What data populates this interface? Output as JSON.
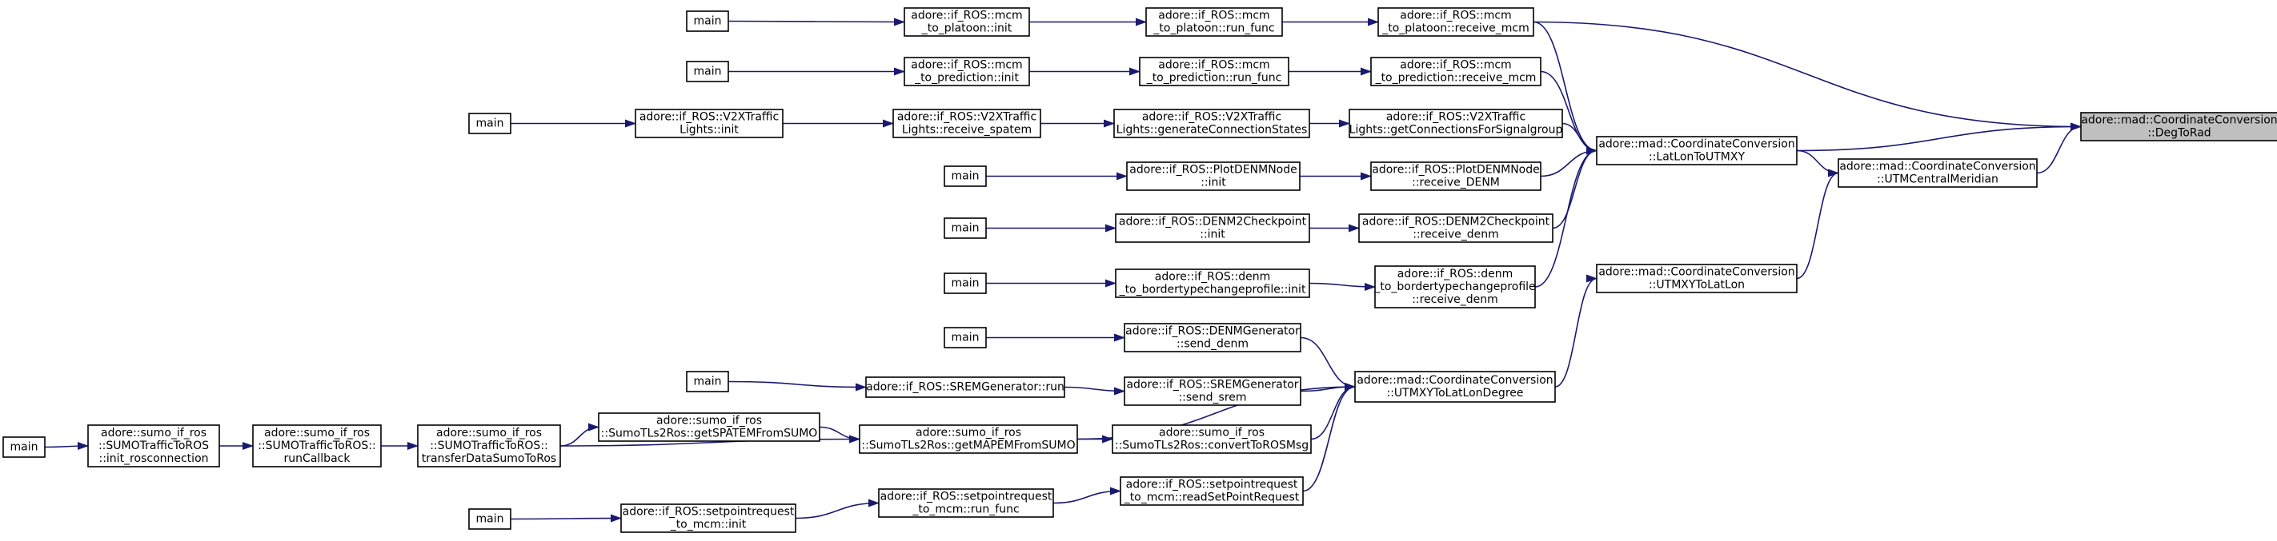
{
  "graph": {
    "root": "n_deg",
    "colors": {
      "edge": "#191970",
      "border": "#000000",
      "root_fill": "#bfbfbf",
      "node_fill": "#ffffff"
    },
    "nodes": [
      {
        "id": "n_deg",
        "lines": [
          "adore::mad::CoordinateConversion",
          "::DegToRad"
        ]
      },
      {
        "id": "n_latlon",
        "lines": [
          "adore::mad::CoordinateConversion",
          "::LatLonToUTMXY"
        ]
      },
      {
        "id": "n_utmcm",
        "lines": [
          "adore::mad::CoordinateConversion",
          "::UTMCentralMeridian"
        ]
      },
      {
        "id": "n_utmxy2ll",
        "lines": [
          "adore::mad::CoordinateConversion",
          "::UTMXYToLatLon"
        ]
      },
      {
        "id": "n_utmxy2lld",
        "lines": [
          "adore::mad::CoordinateConversion",
          "::UTMXYToLatLonDegree"
        ]
      },
      {
        "id": "n_p_recv",
        "lines": [
          "adore::if_ROS::mcm",
          "_to_platoon::receive_mcm"
        ]
      },
      {
        "id": "n_p_run",
        "lines": [
          "adore::if_ROS::mcm",
          "_to_platoon::run_func"
        ]
      },
      {
        "id": "n_p_init",
        "lines": [
          "adore::if_ROS::mcm",
          "_to_platoon::init"
        ]
      },
      {
        "id": "m1",
        "lines": [
          "main"
        ]
      },
      {
        "id": "n_pr_recv",
        "lines": [
          "adore::if_ROS::mcm",
          "_to_prediction::receive_mcm"
        ]
      },
      {
        "id": "n_pr_run",
        "lines": [
          "adore::if_ROS::mcm",
          "_to_prediction::run_func"
        ]
      },
      {
        "id": "n_pr_init",
        "lines": [
          "adore::if_ROS::mcm",
          "_to_prediction::init"
        ]
      },
      {
        "id": "m2",
        "lines": [
          "main"
        ]
      },
      {
        "id": "n_v_getconn",
        "lines": [
          "adore::if_ROS::V2XTraffic",
          "Lights::getConnectionsForSignalgroup"
        ]
      },
      {
        "id": "n_v_gen",
        "lines": [
          "adore::if_ROS::V2XTraffic",
          "Lights::generateConnectionStates"
        ]
      },
      {
        "id": "n_v_recv",
        "lines": [
          "adore::if_ROS::V2XTraffic",
          "Lights::receive_spatem"
        ]
      },
      {
        "id": "n_v_init",
        "lines": [
          "adore::if_ROS::V2XTraffic",
          "Lights::init"
        ]
      },
      {
        "id": "m3",
        "lines": [
          "main"
        ]
      },
      {
        "id": "n_pd_recv",
        "lines": [
          "adore::if_ROS::PlotDENMNode",
          "::receive_DENM"
        ]
      },
      {
        "id": "n_pd_init",
        "lines": [
          "adore::if_ROS::PlotDENMNode",
          "::init"
        ]
      },
      {
        "id": "m4",
        "lines": [
          "main"
        ]
      },
      {
        "id": "n_dc_recv",
        "lines": [
          "adore::if_ROS::DENM2Checkpoint",
          "::receive_denm"
        ]
      },
      {
        "id": "n_dc_init",
        "lines": [
          "adore::if_ROS::DENM2Checkpoint",
          "::init"
        ]
      },
      {
        "id": "m5",
        "lines": [
          "main"
        ]
      },
      {
        "id": "n_db_recv",
        "lines": [
          "adore::if_ROS::denm",
          "_to_bordertypechangeprofile",
          "::receive_denm"
        ]
      },
      {
        "id": "n_db_init",
        "lines": [
          "adore::if_ROS::denm",
          "_to_bordertypechangeprofile::init"
        ]
      },
      {
        "id": "m6",
        "lines": [
          "main"
        ]
      },
      {
        "id": "n_dg_send",
        "lines": [
          "adore::if_ROS::DENMGenerator",
          "::send_denm"
        ]
      },
      {
        "id": "m7",
        "lines": [
          "main"
        ]
      },
      {
        "id": "n_sg_send",
        "lines": [
          "adore::if_ROS::SREMGenerator",
          "::send_srem"
        ]
      },
      {
        "id": "n_sg_run",
        "lines": [
          "adore::if_ROS::SREMGenerator::run"
        ]
      },
      {
        "id": "m8",
        "lines": [
          "main"
        ]
      },
      {
        "id": "n_s_conv",
        "lines": [
          "adore::sumo_if_ros",
          "::SumoTLs2Ros::convertToROSMsg"
        ]
      },
      {
        "id": "n_s_map",
        "lines": [
          "adore::sumo_if_ros",
          "::SumoTLs2Ros::getMAPEMFromSUMO"
        ]
      },
      {
        "id": "n_s_spat",
        "lines": [
          "adore::sumo_if_ros",
          "::SumoTLs2Ros::getSPATEMFromSUMO"
        ]
      },
      {
        "id": "n_s_transfer",
        "lines": [
          "adore::sumo_if_ros",
          "::SUMOTrafficToROS::",
          "transferDataSumoToRos"
        ]
      },
      {
        "id": "n_s_runcb",
        "lines": [
          "adore::sumo_if_ros",
          "::SUMOTrafficToROS::",
          "runCallback"
        ]
      },
      {
        "id": "n_s_initros",
        "lines": [
          "adore::sumo_if_ros",
          "::SUMOTrafficToROS",
          "::init_rosconnection"
        ]
      },
      {
        "id": "m9",
        "lines": [
          "main"
        ]
      },
      {
        "id": "n_sp_read",
        "lines": [
          "adore::if_ROS::setpointrequest",
          "_to_mcm::readSetPointRequest"
        ]
      },
      {
        "id": "n_sp_run",
        "lines": [
          "adore::if_ROS::setpointrequest",
          "_to_mcm::run_func"
        ]
      },
      {
        "id": "n_sp_init",
        "lines": [
          "adore::if_ROS::setpointrequest",
          "_to_mcm::init"
        ]
      },
      {
        "id": "m10",
        "lines": [
          "main"
        ]
      }
    ],
    "edges": [
      [
        "n_latlon",
        "n_deg"
      ],
      [
        "n_utmcm",
        "n_deg"
      ],
      [
        "n_p_recv",
        "n_deg"
      ],
      [
        "n_utmxy2ll",
        "n_utmcm"
      ],
      [
        "n_latlon",
        "n_utmcm"
      ],
      [
        "n_utmxy2lld",
        "n_utmxy2ll"
      ],
      [
        "n_p_recv",
        "n_latlon"
      ],
      [
        "n_pr_recv",
        "n_latlon"
      ],
      [
        "n_v_getconn",
        "n_latlon"
      ],
      [
        "n_pd_recv",
        "n_latlon"
      ],
      [
        "n_dc_recv",
        "n_latlon"
      ],
      [
        "n_db_recv",
        "n_latlon"
      ],
      [
        "n_p_run",
        "n_p_recv"
      ],
      [
        "n_p_init",
        "n_p_run"
      ],
      [
        "m1",
        "n_p_init"
      ],
      [
        "n_pr_run",
        "n_pr_recv"
      ],
      [
        "n_pr_init",
        "n_pr_run"
      ],
      [
        "m2",
        "n_pr_init"
      ],
      [
        "n_v_gen",
        "n_v_getconn"
      ],
      [
        "n_v_recv",
        "n_v_gen"
      ],
      [
        "n_v_init",
        "n_v_recv"
      ],
      [
        "m3",
        "n_v_init"
      ],
      [
        "n_pd_init",
        "n_pd_recv"
      ],
      [
        "m4",
        "n_pd_init"
      ],
      [
        "n_dc_init",
        "n_dc_recv"
      ],
      [
        "m5",
        "n_dc_init"
      ],
      [
        "n_db_init",
        "n_db_recv"
      ],
      [
        "m6",
        "n_db_init"
      ],
      [
        "n_dg_send",
        "n_utmxy2lld"
      ],
      [
        "m7",
        "n_dg_send"
      ],
      [
        "n_sg_send",
        "n_utmxy2lld"
      ],
      [
        "n_sg_run",
        "n_sg_send"
      ],
      [
        "m8",
        "n_sg_run"
      ],
      [
        "n_s_conv",
        "n_utmxy2lld"
      ],
      [
        "n_s_map",
        "n_utmxy2lld"
      ],
      [
        "n_s_map",
        "n_s_conv"
      ],
      [
        "n_s_spat",
        "n_s_map"
      ],
      [
        "n_s_transfer",
        "n_s_spat"
      ],
      [
        "n_s_transfer",
        "n_s_map"
      ],
      [
        "n_s_runcb",
        "n_s_transfer"
      ],
      [
        "n_s_initros",
        "n_s_runcb"
      ],
      [
        "m9",
        "n_s_initros"
      ],
      [
        "n_sp_read",
        "n_utmxy2lld"
      ],
      [
        "n_sp_run",
        "n_sp_read"
      ],
      [
        "n_sp_init",
        "n_sp_run"
      ],
      [
        "m10",
        "n_sp_init"
      ]
    ]
  }
}
